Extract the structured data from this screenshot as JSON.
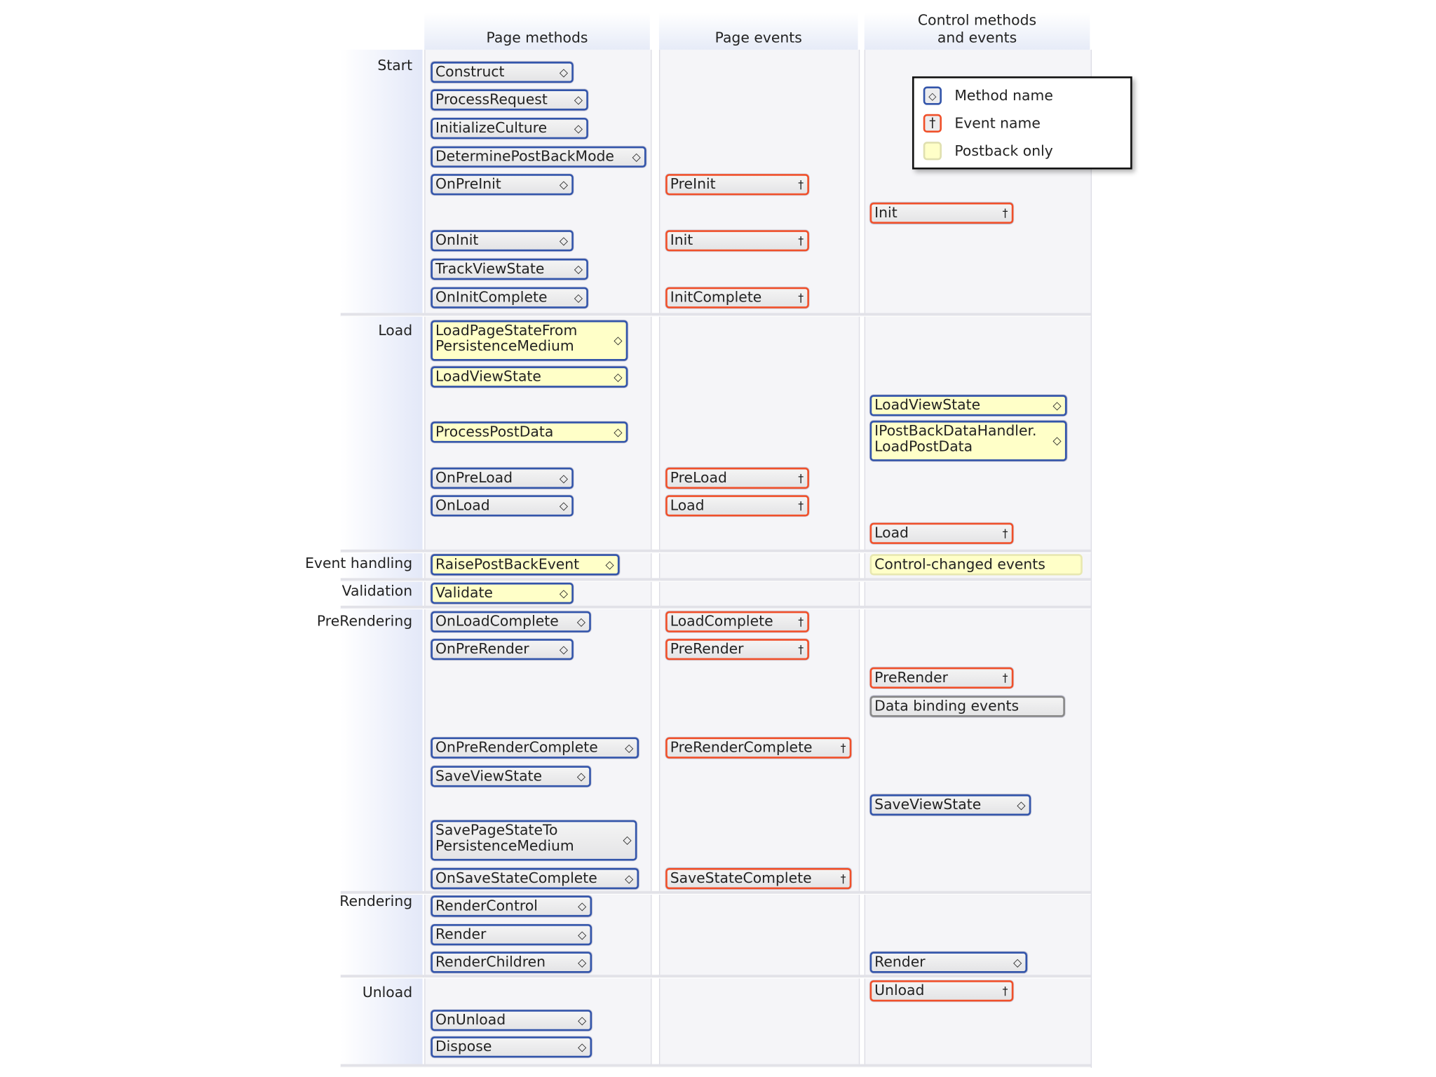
{
  "headers": [
    "Page methods",
    "Page events",
    "Control methods\nand events"
  ],
  "stages": [
    "Start",
    "Load",
    "Event handling",
    "Validation",
    "PreRendering",
    "Rendering",
    "Unload"
  ],
  "legend": [
    {
      "label": "Method name",
      "kind": "method",
      "icon": "diamond-icon"
    },
    {
      "label": "Event name",
      "kind": "event",
      "icon": "dagger-icon"
    },
    {
      "label": "Postback only",
      "kind": "postback"
    }
  ],
  "colors": {
    "method_border": "#3355aa",
    "event_border": "#f0502a",
    "postback_fill": "#ffffc8"
  },
  "page_methods": [
    {
      "label": "Construct",
      "kind": "method"
    },
    {
      "label": "ProcessRequest",
      "kind": "method"
    },
    {
      "label": "InitializeCulture",
      "kind": "method"
    },
    {
      "label": "DeterminePostBackMode",
      "kind": "method"
    },
    {
      "label": "OnPreInit",
      "kind": "method"
    },
    {
      "label": "OnInit",
      "kind": "method"
    },
    {
      "label": "TrackViewState",
      "kind": "method"
    },
    {
      "label": "OnInitComplete",
      "kind": "method"
    },
    {
      "label": "LoadPageStateFrom\nPersistenceMedium",
      "kind": "method",
      "postback": true
    },
    {
      "label": "LoadViewState",
      "kind": "method",
      "postback": true
    },
    {
      "label": "ProcessPostData",
      "kind": "method",
      "postback": true
    },
    {
      "label": "OnPreLoad",
      "kind": "method"
    },
    {
      "label": "OnLoad",
      "kind": "method"
    },
    {
      "label": "RaisePostBackEvent",
      "kind": "method",
      "postback": true
    },
    {
      "label": "Validate",
      "kind": "method",
      "postback": true
    },
    {
      "label": "OnLoadComplete",
      "kind": "method"
    },
    {
      "label": "OnPreRender",
      "kind": "method"
    },
    {
      "label": "OnPreRenderComplete",
      "kind": "method"
    },
    {
      "label": "SaveViewState",
      "kind": "method"
    },
    {
      "label": "SavePageStateTo\nPersistenceMedium",
      "kind": "method"
    },
    {
      "label": "OnSaveStateComplete",
      "kind": "method"
    },
    {
      "label": "RenderControl",
      "kind": "method"
    },
    {
      "label": "Render",
      "kind": "method"
    },
    {
      "label": "RenderChildren",
      "kind": "method"
    },
    {
      "label": "OnUnload",
      "kind": "method"
    },
    {
      "label": "Dispose",
      "kind": "method"
    }
  ],
  "page_events": [
    {
      "label": "PreInit",
      "kind": "event"
    },
    {
      "label": "Init",
      "kind": "event"
    },
    {
      "label": "InitComplete",
      "kind": "event"
    },
    {
      "label": "PreLoad",
      "kind": "event"
    },
    {
      "label": "Load",
      "kind": "event"
    },
    {
      "label": "LoadComplete",
      "kind": "event"
    },
    {
      "label": "PreRender",
      "kind": "event"
    },
    {
      "label": "PreRenderComplete",
      "kind": "event"
    },
    {
      "label": "SaveStateComplete",
      "kind": "event"
    }
  ],
  "control_items": [
    {
      "label": "Init",
      "kind": "event"
    },
    {
      "label": "LoadViewState",
      "kind": "method",
      "postback": true
    },
    {
      "label": "IPostBackDataHandler.\nLoadPostData",
      "kind": "method",
      "postback": true
    },
    {
      "label": "Load",
      "kind": "event"
    },
    {
      "label": "Control-changed events",
      "kind": "plain",
      "postback": true
    },
    {
      "label": "PreRender",
      "kind": "event"
    },
    {
      "label": "Data binding events",
      "kind": "gray"
    },
    {
      "label": "SaveViewState",
      "kind": "method"
    },
    {
      "label": "Render",
      "kind": "method"
    },
    {
      "label": "Unload",
      "kind": "event"
    }
  ]
}
